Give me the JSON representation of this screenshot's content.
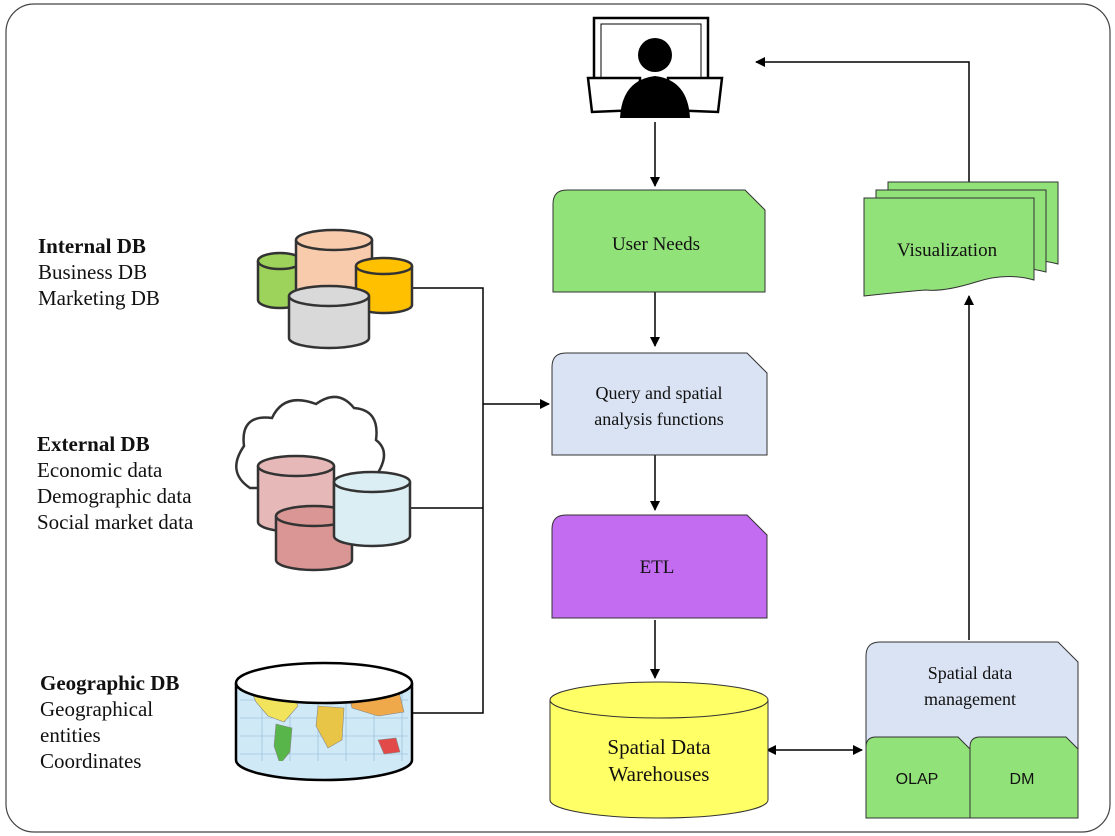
{
  "colors": {
    "green": "#92e27a",
    "light_blue": "#dae3f3",
    "purple": "#c36cf2",
    "yellow": "#ffff66",
    "db_green": "#9dd35a",
    "db_peach": "#f8cbad",
    "db_orange": "#ffc000",
    "db_gray": "#d9d9d9",
    "db_pink": "#e6b8b7",
    "db_red": "#d99694",
    "db_cyan": "#daeef3"
  },
  "sources": {
    "internal": {
      "title": "Internal DB",
      "lines": [
        "Business DB",
        "Marketing DB"
      ]
    },
    "external": {
      "title": "External DB",
      "lines": [
        "Economic data",
        "Demographic data",
        "Social market data"
      ]
    },
    "geographic": {
      "title": "Geographic DB",
      "lines": [
        "Geographical",
        "entities",
        "Coordinates"
      ]
    }
  },
  "nodes": {
    "user_needs": "User Needs",
    "query_line1": "Query and spatial",
    "query_line2": "analysis functions",
    "etl": "ETL",
    "sdw_line1": "Spatial Data",
    "sdw_line2": "Warehouses",
    "sdm_line1": "Spatial data",
    "sdm_line2": "management",
    "olap": "OLAP",
    "dm": "DM",
    "visualization": "Visualization"
  },
  "icons": {
    "user": "user-at-monitors-icon",
    "internal_db": "database-cylinders-icon",
    "external_db": "cloud-database-icon",
    "geographic_db": "world-map-cylinder-icon"
  }
}
